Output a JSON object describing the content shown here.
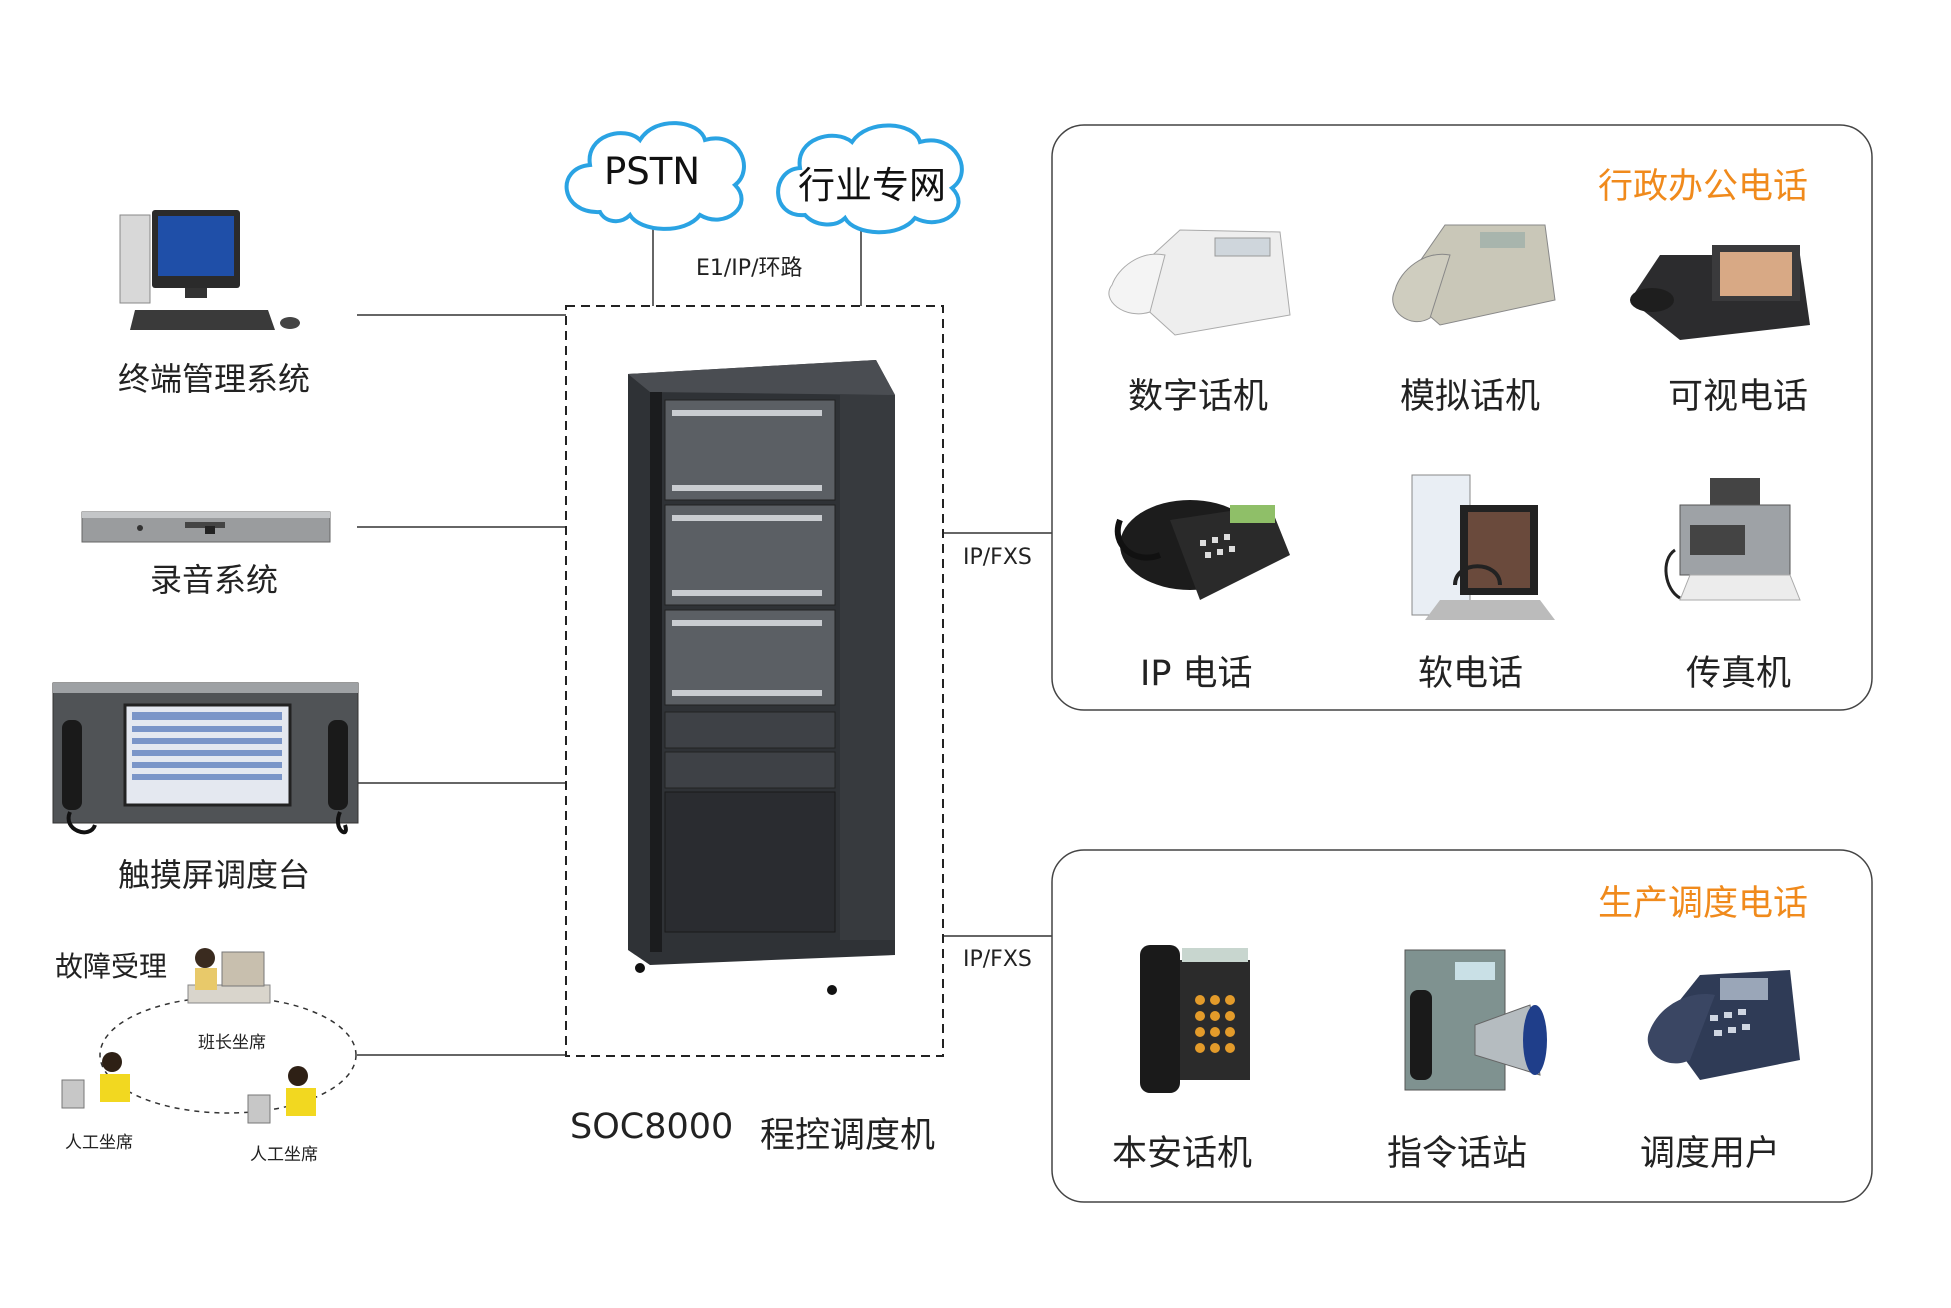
{
  "clouds": {
    "pstn": "PSTN",
    "industry_net": "行业专网"
  },
  "uplink_label": "E1/IP/环路",
  "left_devices": {
    "terminal_mgmt": "终端管理系统",
    "recording": "录音系统",
    "touch_console": "触摸屏调度台",
    "fault_handling": {
      "title": "故障受理",
      "team_leader_seat": "班长坐席",
      "operator_seat_1": "人工坐席",
      "operator_seat_2": "人工坐席"
    }
  },
  "switch_caption": {
    "model": "SOC8000",
    "name": "程控调度机"
  },
  "links": {
    "office_link": "IP/FXS",
    "production_link": "IP/FXS"
  },
  "office_panel": {
    "title": "行政办公电话",
    "devices": [
      "数字话机",
      "模拟话机",
      "可视电话",
      "IP 电话",
      "软电话",
      "传真机"
    ]
  },
  "production_panel": {
    "title": "生产调度电话",
    "devices": [
      "本安话机",
      "指令话站",
      "调度用户"
    ]
  },
  "colors": {
    "panel_title": "#f08a1c",
    "cloud_border": "#2aa3e3",
    "line": "#333333"
  }
}
